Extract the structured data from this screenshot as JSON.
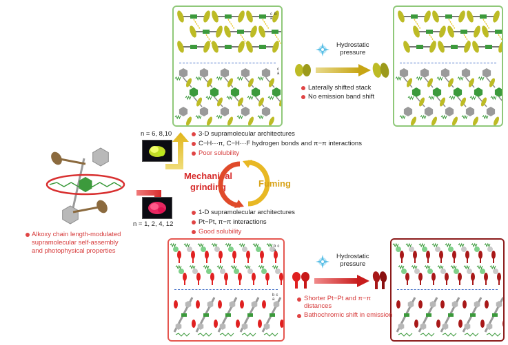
{
  "top_left": {
    "axis_upper": {
      "a": "a",
      "b": "b",
      "c": "c"
    },
    "axis_lower": {
      "a": "a",
      "b": "b",
      "c": "c"
    }
  },
  "top_transition": {
    "pressure_label": "Hydrostatic\npressure",
    "bullets": [
      "Laterally shifted stack",
      "No emission band shift"
    ]
  },
  "middle": {
    "n_upper": "n = 6, 8,10",
    "upper_bullets": [
      {
        "text": "3-D supramolecular architectures",
        "color": "#222222"
      },
      {
        "text": "C−H···π, C−H···F hydrogen bonds and π−π interactions",
        "color": "#222222"
      },
      {
        "text": "Poor solubility",
        "color": "#d63a3a"
      }
    ],
    "mechanical_label": "Mechanical\ngrinding",
    "fuming_label": "Fuming",
    "n_lower": "n = 1, 2, 4, 12",
    "lower_bullets": [
      {
        "text": "1-D supramolecular architectures",
        "color": "#222222"
      },
      {
        "text": "Pt−Pt,  π−π interactions",
        "color": "#222222"
      },
      {
        "text": "Good solubility",
        "color": "#d63a3a"
      }
    ]
  },
  "left": {
    "caption": "Alkoxy chain length-modulated\nsupramolecular self-assembly\nand photophysical properties"
  },
  "bottom_left": {
    "axis_upper": {
      "a": "a",
      "b": "b",
      "c": "c"
    },
    "axis_lower": {
      "a": "a",
      "b": "b",
      "c": "c"
    }
  },
  "bottom_transition": {
    "pressure_label": "Hydrostatic\npressure",
    "bullets": [
      "Shorter Pt−Pt and π−π\ndistances",
      "Bathochromic shift in emission"
    ]
  },
  "colors": {
    "green_border": "#8fc879",
    "red_light_border": "#e5564f",
    "red_dark_border": "#8b1a1a",
    "yellow_mol": "#bdbb25",
    "red_mol": "#e02020",
    "dark_red_mol": "#a81818",
    "gray_hex": "#9a9a9a",
    "green_hex": "#3c9a3c",
    "dashed_line": "#4a74c9"
  },
  "icons": [
    "pressure-sparkle-icon",
    "yellow-arrow-icon",
    "red-arrow-icon",
    "cycle-arrows-icon",
    "molecule-icon"
  ]
}
